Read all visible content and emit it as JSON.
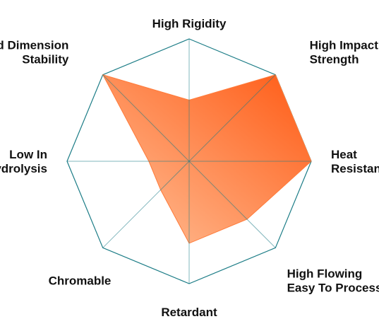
{
  "chart_data": {
    "type": "radar",
    "title": "",
    "axes": [
      {
        "label_lines": [
          "High Rigidity"
        ],
        "value": 0.5
      },
      {
        "label_lines": [
          "High Impact",
          "Strength"
        ],
        "value": 1.0
      },
      {
        "label_lines": [
          "Heat",
          "Resistant"
        ],
        "value": 1.0
      },
      {
        "label_lines": [
          "High Flowing",
          "Easy To Process"
        ],
        "value": 0.67
      },
      {
        "label_lines": [
          "Retardant"
        ],
        "value": 0.67
      },
      {
        "label_lines": [
          "Chromable"
        ],
        "value": 0.33
      },
      {
        "label_lines": [
          "Low In",
          "Hydrolysis"
        ],
        "value": 0.33
      },
      {
        "label_lines": [
          "Good Dimension",
          "Stability"
        ],
        "value": 1.0
      }
    ],
    "rlim": [
      0,
      1
    ],
    "grid_levels": 1,
    "colors": {
      "grid": "#1b7c86",
      "fill_light": "#ffc29a",
      "fill_dark": "#ff5a14",
      "outline": "#ff7b3a"
    }
  }
}
